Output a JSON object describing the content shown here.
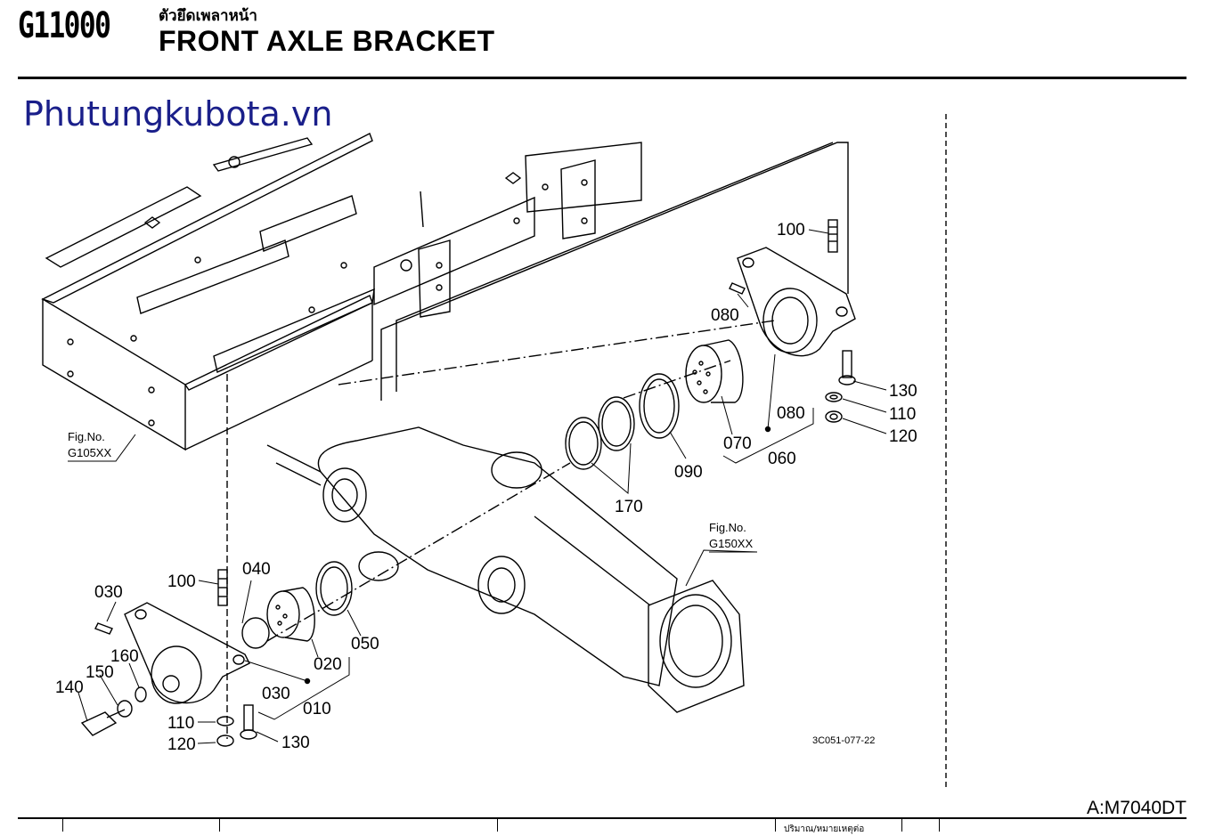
{
  "header": {
    "code": "G11000",
    "thai_title": "ตัวยึดเพลาหน้า",
    "title": "FRONT AXLE BRACKET"
  },
  "watermark": "Phutungkubota.vn",
  "callouts": {
    "c100_top": "100",
    "c080_top": "080",
    "c130_right": "130",
    "c110_right": "110",
    "c120_right": "120",
    "c080_lower": "080",
    "c060": "060",
    "c070": "070",
    "c090": "090",
    "c170": "170",
    "c040": "040",
    "c030_left": "030",
    "c100_left": "100",
    "c160": "160",
    "c150": "150",
    "c140": "140",
    "c050": "050",
    "c020": "020",
    "c030_lower": "030",
    "c010": "010",
    "c110_left": "110",
    "c120_left": "120",
    "c130_left": "130"
  },
  "fig_refs": {
    "frame_line1": "Fig.No.",
    "frame_line2": "G105XX",
    "axle_line1": "Fig.No.",
    "axle_line2": "G150XX"
  },
  "drawing_number": "3C051-077-22",
  "model": "A:M7040DT",
  "footer_partial_text": "ปริมาณ/หมายเหตุต่อ"
}
